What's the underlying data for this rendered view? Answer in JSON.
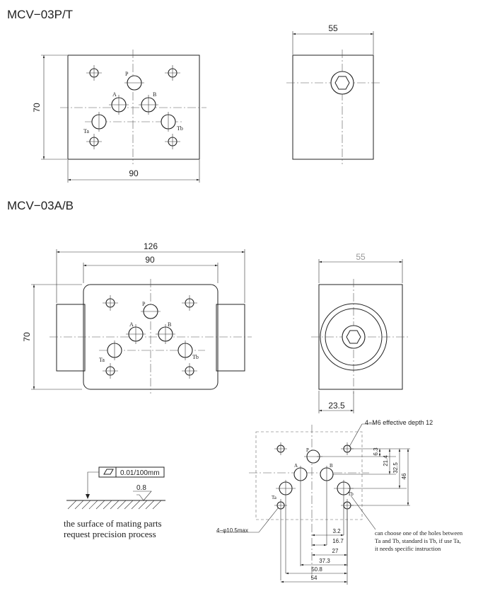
{
  "titles": {
    "top": "MCV−03P/T",
    "mid": "MCV−03A/B"
  },
  "top_front": {
    "dim_height": "70",
    "dim_width": "90",
    "ports": {
      "P": "P",
      "A": "A",
      "B": "B",
      "Ta": "Ta",
      "Tb": "Tb"
    }
  },
  "top_side": {
    "dim_width": "55"
  },
  "mid_front": {
    "dim_overall": "126",
    "dim_body": "90",
    "dim_height": "70",
    "ports": {
      "P": "P",
      "A": "A",
      "B": "B",
      "Ta": "Ta",
      "Tb": "Tb"
    }
  },
  "mid_side": {
    "dim_width": "55",
    "dim_offset": "23.5"
  },
  "surface_note": {
    "flatness": "0.01/100mm",
    "roughness": "0.8",
    "line1": "the surface of mating parts",
    "line2": "request precision process"
  },
  "pattern": {
    "thread_note": "4−M6 effective depth 12",
    "hole_note": "4−φ10.5max",
    "ports": {
      "P": "P",
      "A": "A",
      "B": "B",
      "Ta": "Ta",
      "Tb": "Tb"
    },
    "v_dims": [
      "6.3",
      "21.4",
      "32.5",
      "46"
    ],
    "h_dims": [
      "3.2",
      "16.7",
      "27",
      "37.3",
      "50.8",
      "54"
    ],
    "choice_note": [
      "can choose one of the holes between",
      "Ta and Tb,  standard is Tb,  if use Ta,",
      "it needs specific instruction"
    ]
  }
}
